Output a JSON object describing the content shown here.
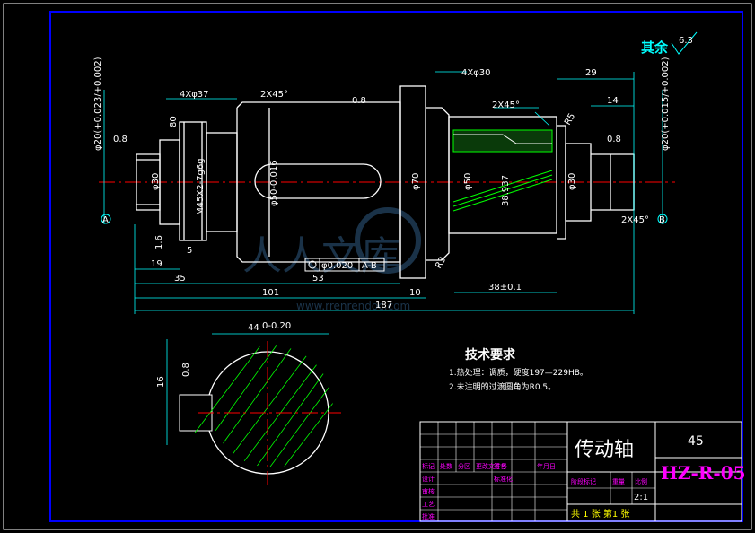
{
  "title_block": {
    "part_name": "传动轴",
    "material": "45",
    "drawing_no": "HZ-R-05",
    "scale": "2:1",
    "sheet": "共 1 张  第1 张",
    "row_labels": [
      "标记",
      "处数",
      "分区",
      "更改文件号",
      "签名",
      "年月日"
    ],
    "left_labels": [
      "设计",
      "审核",
      "工艺",
      "批准"
    ],
    "std_label": "标准化",
    "stage_labels": [
      "阶段标记",
      "重量",
      "比例"
    ]
  },
  "tech_req": {
    "heading": "技术要求",
    "items": [
      "1.热处理：调质，硬度197—229HB。",
      "2.未注明的过渡圆角为R0.5。"
    ]
  },
  "rough_rest": {
    "label": "其余",
    "value": "6.3"
  },
  "watermark": {
    "text": "人人文库",
    "url": "www.rrenrendoc.com"
  },
  "dims": {
    "d_4x37": "4Xφ37",
    "d_2x45_a": "2X45°",
    "d_ra_08_a": "0.8",
    "d_4x30": "4Xφ30",
    "d_29": "29",
    "d_14": "14",
    "d_2x45_b": "2X45°",
    "d_phi20_l": "φ20(+0.023/+0.002)",
    "d_phi20_r": "φ20(+0.015/+0.002)",
    "d_ra08_l": "0.8",
    "d_ra08_r": "0.8",
    "d_phi30_l": "φ30",
    "d_m45": "M45X2-7g6g",
    "d_phi50": "φ50-0.016",
    "d_phi70": "φ70",
    "d_phi50b": "φ50",
    "d_38937": "38.937",
    "d_phi30_r": "φ30",
    "d_2x45_c": "2X45°",
    "d_1_6": "1.6",
    "d_5": "5",
    "d_19": "19",
    "d_35": "35",
    "d_53": "53",
    "d_101": "101",
    "d_10": "10",
    "d_187": "187",
    "d_38": "38±0.1",
    "d_tol": "φ0.020",
    "d_ab": "A-B",
    "d_a": "A",
    "d_b": "B",
    "d_44": "44",
    "d_44tol": "0-0.20",
    "d_16": "16",
    "d_sec_ra": "0.8",
    "d_r5": "R5",
    "d_r3": "R3",
    "d_80": "80"
  },
  "colors": {
    "frame": "#0000ff",
    "outline": "#ffffff",
    "centerline": "#ff0000",
    "hatch": "#00ff00",
    "dimension": "#00ffff",
    "title_text": "#ff00ff",
    "sheet_text": "#ffff00"
  }
}
